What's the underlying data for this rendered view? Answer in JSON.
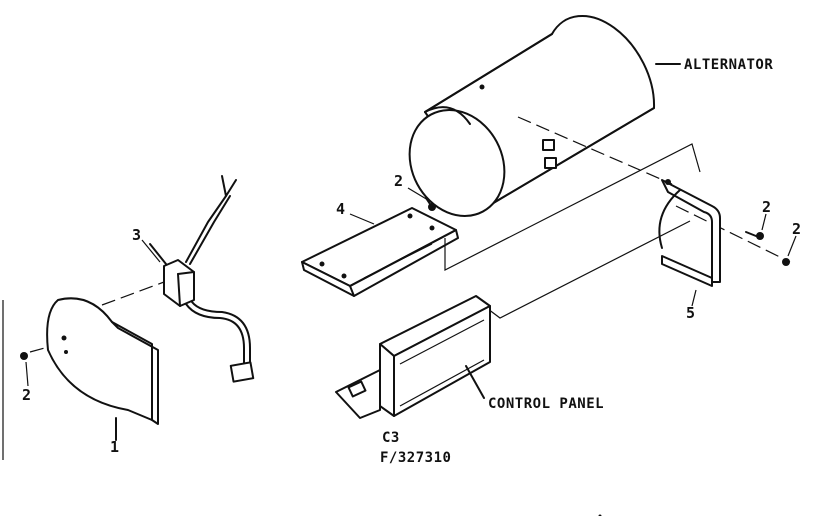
{
  "labels": {
    "alternator": "ALTERNATOR",
    "control_panel": "CONTROL PANEL",
    "code": "C3",
    "part_no": "F/327310",
    "callout_1": "1",
    "callout_2a": "2",
    "callout_2b": "2",
    "callout_2c": "2",
    "callout_2d": "2",
    "callout_3": "3",
    "callout_4": "4",
    "callout_5": "5"
  }
}
